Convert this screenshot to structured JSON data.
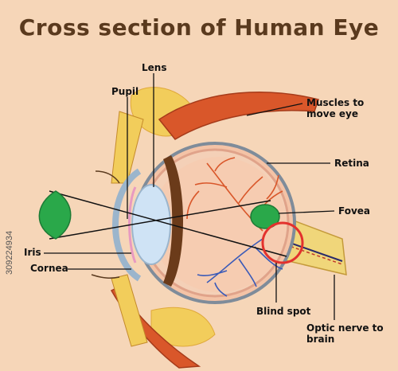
{
  "title": "Cross section of Human Eye",
  "labels": {
    "lens": "Lens",
    "pupil": "Pupil",
    "muscles": "Muscles to move eye",
    "retina": "Retina",
    "fovea": "Fovea",
    "iris": "Iris",
    "cornea": "Cornea",
    "blind_spot": "Blind spot",
    "optic_nerve": "Optic nerve to brain"
  },
  "watermark": "309224934",
  "colors": {
    "background": "#f6d6b8",
    "title": "#5a3a1e",
    "sclera": "#f4c3a6",
    "retina_vessels": "#d9572a",
    "lens": "#cfe3f5",
    "iris": "#6b3b1a",
    "fovea": "#2aa84a",
    "leaf_object": "#2aa84a",
    "blind_spot_circle": "#e3312d",
    "optic_nerve": "#f0d67a",
    "fat": "#f2cd5b"
  }
}
